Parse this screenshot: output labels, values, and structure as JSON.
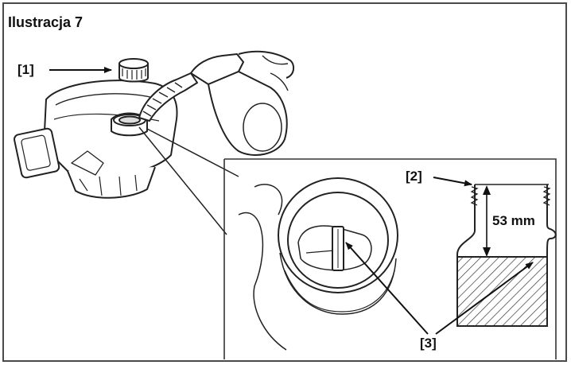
{
  "title": "Ilustracja 7",
  "callouts": {
    "c1": "[1]",
    "c2": "[2]",
    "c3": "[3]"
  },
  "measurement": "53 mm",
  "icons": [
    "oil-filler-cap",
    "oil-bottle",
    "engine",
    "filler-neck",
    "dipstick-tab",
    "oil-level-gauge"
  ]
}
